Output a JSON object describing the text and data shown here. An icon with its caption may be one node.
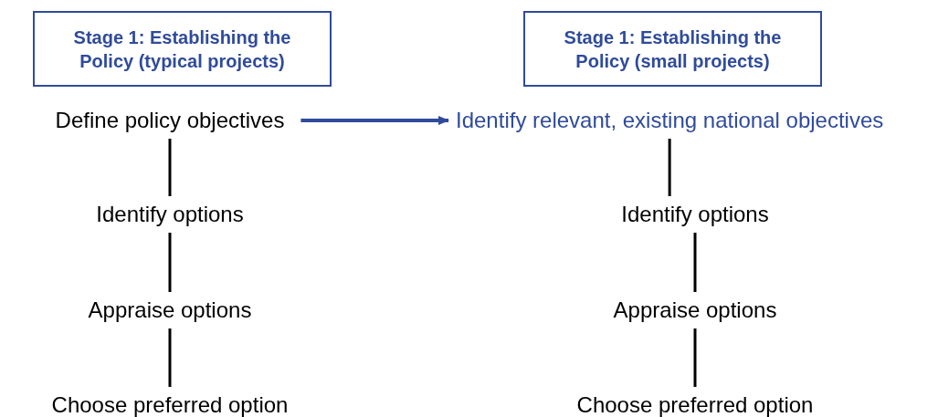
{
  "diagram": {
    "nodes": [
      {
        "text": [
          "Stage 1: Establishing the Policy (typical projects)"
        ]
      },
      {
        "text": [
          "Define policy objectives"
        ]
      },
      {
        "text": [
          "Identify options"
        ]
      },
      {
        "text": [
          "Appraise options"
        ]
      },
      {
        "text": [
          "Choose preferred option"
        ]
      },
      {
        "text": [
          "Stage 1: Establishing the Policy (small projects)"
        ]
      },
      {
        "text": [
          "Identify relevant, existing national objectives"
        ]
      },
      {
        "text": [
          "Identify options"
        ]
      },
      {
        "text": [
          "Appraise options"
        ]
      },
      {
        "text": [
          "Choose preferred option"
        ]
      }
    ],
    "edges": [
      {
        "from": 1,
        "to": 2,
        "arrow": "none"
      },
      {
        "from": 2,
        "to": 3,
        "arrow": "none"
      },
      {
        "from": 3,
        "to": 4,
        "arrow": "none"
      },
      {
        "from": 1,
        "to": 6,
        "arrow": "to",
        "color": "#2f4b9b"
      },
      {
        "from": 6,
        "to": 7,
        "arrow": "none"
      },
      {
        "from": 7,
        "to": 8,
        "arrow": "none"
      },
      {
        "from": 8,
        "to": 9,
        "arrow": "none"
      }
    ]
  }
}
